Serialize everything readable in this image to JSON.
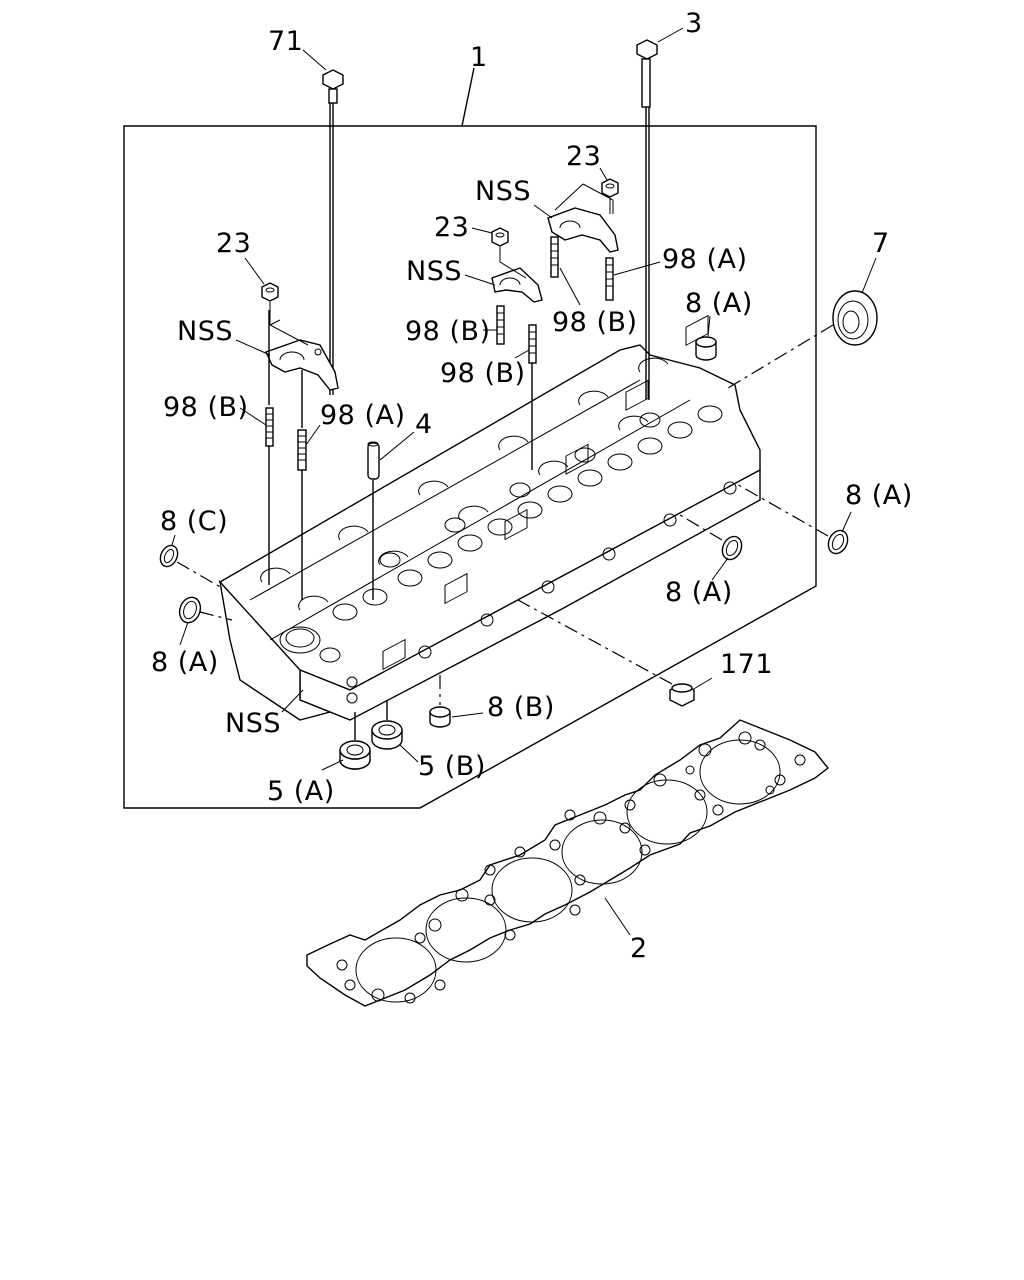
{
  "callouts": {
    "c71": "71",
    "c3": "3",
    "c1": "1",
    "c23_left": "23",
    "c23_mid": "23",
    "c23_right": "23",
    "nss_left": "NSS",
    "nss_mid": "NSS",
    "nss_right": "NSS",
    "nss_bottom": "NSS",
    "c98a_right": "98 (A)",
    "c98b_mid_right": "98 (B)",
    "c98b_mid_left": "98 (B)",
    "c98b_mid_lower": "98 (B)",
    "c98b_left": "98 (B)",
    "c98a_left": "98 (A)",
    "c8a_top": "8 (A)",
    "c7": "7",
    "c4": "4",
    "c8c": "8 (C)",
    "c8a_right": "8 (A)",
    "c8a_center": "8 (A)",
    "c8a_left": "8 (A)",
    "c171": "171",
    "c8b": "8 (B)",
    "c5b": "5 (B)",
    "c5a": "5 (A)",
    "c2": "2"
  }
}
